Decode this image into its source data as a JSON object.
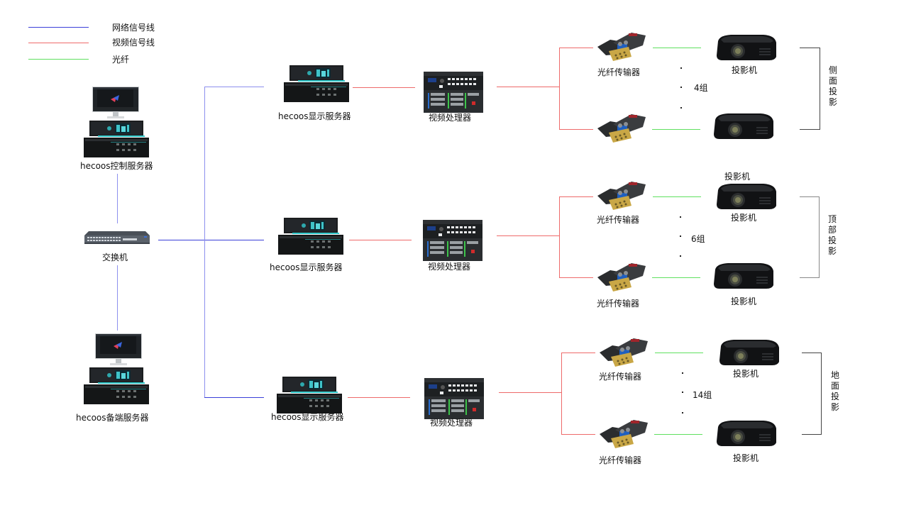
{
  "legend": [
    {
      "label": "网络信号线",
      "color": "#3a3fd8"
    },
    {
      "label": "视频信号线",
      "color": "#ee6a6a"
    },
    {
      "label": "光纤",
      "color": "#5fe05f"
    }
  ],
  "left_column": {
    "control_server": "hecoos控制服务器",
    "switch": "交换机",
    "backup_server": "hecoos备端服务器"
  },
  "branches": [
    {
      "display_server": "hecoos显示服务器",
      "video_processor": "视频处理器",
      "fiber_top": "光纤传输器",
      "projector_top": "投影机",
      "fiber_bottom": "",
      "projector_bottom": "",
      "group_count": "4组",
      "zone": "侧面投影"
    },
    {
      "display_server": "hecoos显示服务器",
      "video_processor": "视频处理器",
      "fiber_top": "光纤传输器",
      "projector_top": "投影机",
      "projector_top_extra": "投影机",
      "fiber_bottom": "光纤传输器",
      "projector_bottom": "投影机",
      "group_count": "6组",
      "zone": "顶部投影"
    },
    {
      "display_server": "hecoos显示服务器",
      "video_processor": "视频处理器",
      "fiber_top": "光纤传输器",
      "projector_top": "投影机",
      "fiber_bottom": "光纤传输器",
      "projector_bottom": "投影机",
      "group_count": "14组",
      "zone": "地面投影"
    }
  ]
}
